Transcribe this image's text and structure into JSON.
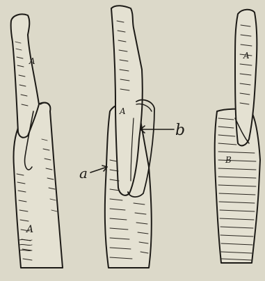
{
  "figure": {
    "background": "#dcd9c9",
    "ink": "#1c1a16",
    "panels": [
      {
        "name": "left",
        "labels": {
          "upper": "A",
          "lower": "A"
        }
      },
      {
        "name": "middle",
        "labels": {
          "scion": "A",
          "callout_b": "b",
          "callout_a": "a"
        }
      },
      {
        "name": "right",
        "labels": {
          "scion": "A",
          "stock": "B"
        }
      }
    ]
  }
}
